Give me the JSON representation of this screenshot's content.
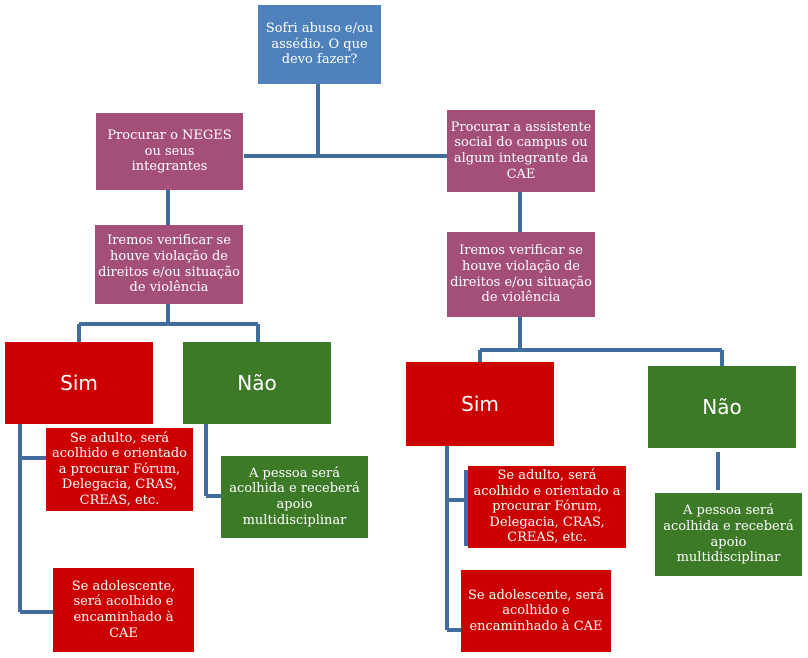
{
  "colors": {
    "root": "#4f81bd",
    "step": "#a34f7a",
    "sim": "#cc0000",
    "nao": "#3c7a28",
    "line": "#416d9e"
  },
  "root": "Sofri abuso e/ou assédio. O que devo fazer?",
  "left": {
    "contact": "Procurar o NEGES ou seus integrantes",
    "verify": "Iremos verificar se houve violação de direitos e/ou situação de violência",
    "sim": "Sim",
    "nao": "Não",
    "sim_adult": "Se adulto, será acolhido e orientado a procurar Fórum, Delegacia, CRAS, CREAS, etc.",
    "sim_teen": "Se adolescente, será acolhido e encaminhado à CAE",
    "nao_result": "A pessoa será acolhida e receberá apoio multidisciplinar"
  },
  "right": {
    "contact": "Procurar a assistente social do campus ou algum integrante da CAE",
    "verify": "Iremos verificar se houve violação de direitos e/ou situação de violência",
    "sim": "Sim",
    "nao": "Não",
    "sim_adult": "Se adulto, será acolhido e orientado a procurar Fórum, Delegacia, CRAS, CREAS, etc.",
    "sim_teen": "Se adolescente, será acolhido e encaminhado à CAE",
    "nao_result": "A pessoa será acolhida e receberá apoio multidisciplinar"
  }
}
